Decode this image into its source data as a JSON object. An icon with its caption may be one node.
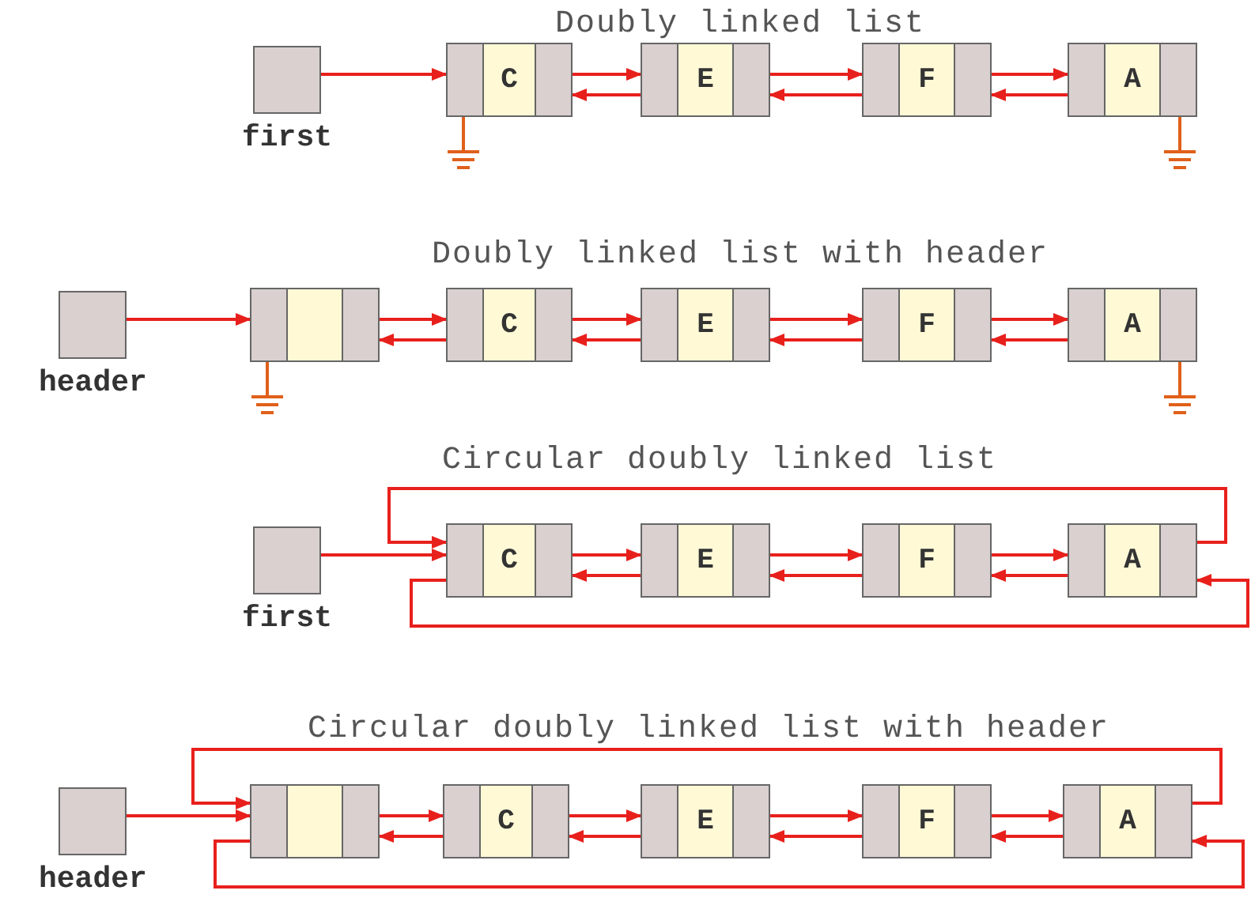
{
  "diagram": {
    "nodes": [
      {
        "text": [],
        "shape": "box",
        "beside": [
          "first"
        ]
      },
      {
        "text": [
          "C"
        ]
      },
      {
        "text": [
          "E"
        ]
      },
      {
        "text": [
          "F"
        ]
      },
      {
        "text": [
          "A"
        ]
      },
      {
        "text": [],
        "shape": "box",
        "beside": [
          "header"
        ]
      },
      {
        "text": [],
        "shape": "box"
      },
      {
        "text": [
          "C"
        ]
      },
      {
        "text": [
          "E"
        ]
      },
      {
        "text": [
          "F"
        ]
      },
      {
        "text": [
          "A"
        ]
      },
      {
        "text": [],
        "shape": "box",
        "beside": [
          "first"
        ]
      },
      {
        "text": [
          "C"
        ]
      },
      {
        "text": [
          "E"
        ]
      },
      {
        "text": [
          "F"
        ]
      },
      {
        "text": [
          "A"
        ]
      },
      {
        "text": [],
        "shape": "box",
        "beside": [
          "header"
        ]
      },
      {
        "text": [],
        "shape": "box"
      },
      {
        "text": [
          "C"
        ]
      },
      {
        "text": [
          "E"
        ]
      },
      {
        "text": [
          "F"
        ]
      },
      {
        "text": [
          "A"
        ]
      }
    ],
    "edges": [
      {
        "from": 0,
        "to": 1,
        "arrow": "to"
      },
      {
        "from": 1,
        "to": 2,
        "arrow": "to"
      },
      {
        "from": 2,
        "to": 1,
        "arrow": "to"
      },
      {
        "from": 2,
        "to": 3,
        "arrow": "to"
      },
      {
        "from": 3,
        "to": 2,
        "arrow": "to"
      },
      {
        "from": 3,
        "to": 4,
        "arrow": "to"
      },
      {
        "from": 4,
        "to": 3,
        "arrow": "to"
      },
      {
        "from": 5,
        "to": 6,
        "arrow": "to"
      },
      {
        "from": 6,
        "to": 7,
        "arrow": "to"
      },
      {
        "from": 7,
        "to": 6,
        "arrow": "to"
      },
      {
        "from": 7,
        "to": 8,
        "arrow": "to"
      },
      {
        "from": 8,
        "to": 7,
        "arrow": "to"
      },
      {
        "from": 8,
        "to": 9,
        "arrow": "to"
      },
      {
        "from": 9,
        "to": 8,
        "arrow": "to"
      },
      {
        "from": 9,
        "to": 10,
        "arrow": "to"
      },
      {
        "from": 10,
        "to": 9,
        "arrow": "to"
      },
      {
        "from": 11,
        "to": 12,
        "arrow": "to"
      },
      {
        "from": 12,
        "to": 13,
        "arrow": "to"
      },
      {
        "from": 13,
        "to": 12,
        "arrow": "to"
      },
      {
        "from": 13,
        "to": 14,
        "arrow": "to"
      },
      {
        "from": 14,
        "to": 13,
        "arrow": "to"
      },
      {
        "from": 14,
        "to": 15,
        "arrow": "to"
      },
      {
        "from": 15,
        "to": 14,
        "arrow": "to"
      },
      {
        "from": 15,
        "to": 12,
        "arrow": "to"
      },
      {
        "from": 12,
        "to": 15,
        "arrow": "to"
      },
      {
        "from": 16,
        "to": 17,
        "arrow": "to"
      },
      {
        "from": 17,
        "to": 18,
        "arrow": "to"
      },
      {
        "from": 18,
        "to": 17,
        "arrow": "to"
      },
      {
        "from": 18,
        "to": 19,
        "arrow": "to"
      },
      {
        "from": 19,
        "to": 18,
        "arrow": "to"
      },
      {
        "from": 19,
        "to": 20,
        "arrow": "to"
      },
      {
        "from": 20,
        "to": 19,
        "arrow": "to"
      },
      {
        "from": 20,
        "to": 21,
        "arrow": "to"
      },
      {
        "from": 21,
        "to": 20,
        "arrow": "to"
      },
      {
        "from": 21,
        "to": 17,
        "arrow": "to"
      },
      {
        "from": 17,
        "to": 21,
        "arrow": "to"
      }
    ],
    "labels": [
      "Doubly linked list",
      "Doubly linked list with header",
      "Circular doubly linked list",
      "Circular doubly linked list with header"
    ]
  }
}
